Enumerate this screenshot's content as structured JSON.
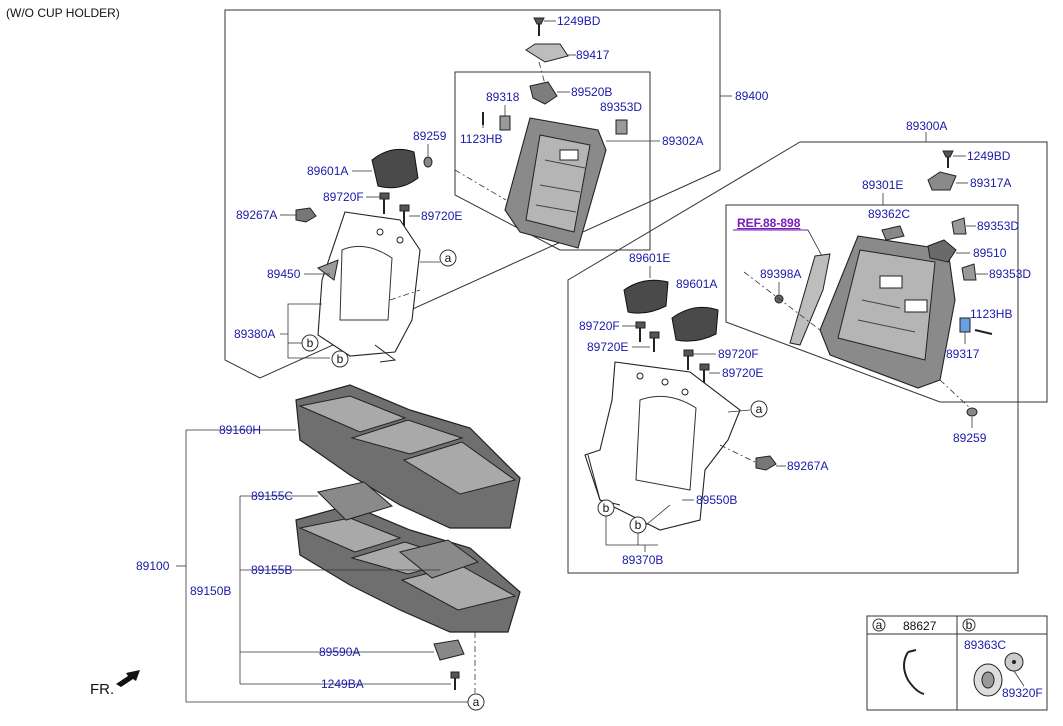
{
  "header_note": "(W/O CUP HOLDER)",
  "orientation_label": "FR.",
  "reference_label": "REF.88-898",
  "callout_a": "a",
  "callout_b": "b",
  "colors": {
    "label": "#1a1aa8",
    "reference": "#7a1ab8",
    "line": "#333333"
  },
  "parts": {
    "p1249BD_top": "1249BD",
    "p89417": "89417",
    "p89400": "89400",
    "p89318": "89318",
    "p89520B": "89520B",
    "p89353D_left": "89353D",
    "p1123HB_left": "1123HB",
    "p89302A": "89302A",
    "p89259_left": "89259",
    "p89601A_left": "89601A",
    "p89720F_left": "89720F",
    "p89267A_left": "89267A",
    "p89720E_left": "89720E",
    "p89450": "89450",
    "p89380A": "89380A",
    "p89300A": "89300A",
    "p1249BD_right": "1249BD",
    "p89301E": "89301E",
    "p89317A": "89317A",
    "p89362C": "89362C",
    "p89353D_r1": "89353D",
    "p89510": "89510",
    "p89398A": "89398A",
    "p89353D_r2": "89353D",
    "p1123HB_right": "1123HB",
    "p89317": "89317",
    "p89259_right": "89259",
    "p89601E": "89601E",
    "p89601A_right": "89601A",
    "p89720F_r1": "89720F",
    "p89720E_r1": "89720E",
    "p89720F_r2": "89720F",
    "p89720E_r2": "89720E",
    "p89267A_right": "89267A",
    "p89550B": "89550B",
    "p89370B": "89370B",
    "p89160H": "89160H",
    "p89155C": "89155C",
    "p89100": "89100",
    "p89155B": "89155B",
    "p89150B": "89150B",
    "p89590A": "89590A",
    "p1249BA": "1249BA"
  },
  "legend": {
    "a_part": "88627",
    "b_part1": "89363C",
    "b_part2": "89320F"
  }
}
